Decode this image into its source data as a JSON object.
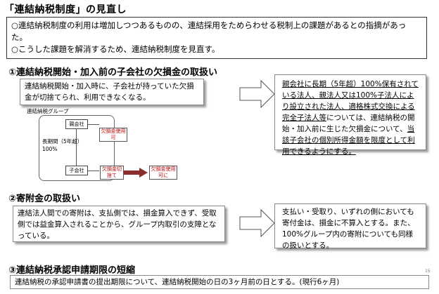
{
  "title": "「連結納税制度」の見直し",
  "summary": {
    "line1": "○連結納税制度の利用は増加しつつあるものの、連結採用をためらわせる税制上の課題があるとの指摘があった。",
    "line2": "○こうした課題を解消するため、連結納税制度を見直す。"
  },
  "section1": {
    "heading": "①連結納税開始・加入前の子会社の欠損金の取扱い",
    "problem": "連結納税開始・加入時に、子会社が持っていた欠損金が切捨てられ、利用できなくなる。",
    "diagram": {
      "group_label": "連結納税グループ",
      "parent": "親会社",
      "child": "子会社",
      "period_label": "長期間（5年超）",
      "ownership": "100%",
      "parent_callout": "欠損金使用可",
      "child_callout": "欠損金切捨て",
      "result_callout": "欠損金使用可に"
    },
    "solution_u1": "親会社に長期（5年超）100%保有されている法人、親法人又は100%子法人により設立された法人、適格株式交換による完全子法人等",
    "solution_mid": "については、連結納税の開始・加入前に生じた欠損金について、",
    "solution_u2": "当該子会社の個別所得金額を限度として利用できるようにする。"
  },
  "section2": {
    "heading": "②寄附金の取扱い",
    "problem": "連結法人間での寄附は、支払側では、損金算入できず、受取側では益金算入されることから、グループ内取引の支障となっている。",
    "solution": "支払い・受取り、いずれの側においても寄付金は、損金に不算入とする。また、100%グループ内の寄附についても同様の扱いとする。"
  },
  "section3": {
    "heading": "③連結納税承認申請期限の短縮",
    "text": "連結納税の承認申請書の提出期限について、連結納税開始の日の3ヶ月前の日とする。(現行6ヶ月)"
  },
  "page_number": "15",
  "colors": {
    "arrow_fill": "#ffffff",
    "cut_arrow": "#8b2d2d",
    "callout_red": "#c00000"
  }
}
